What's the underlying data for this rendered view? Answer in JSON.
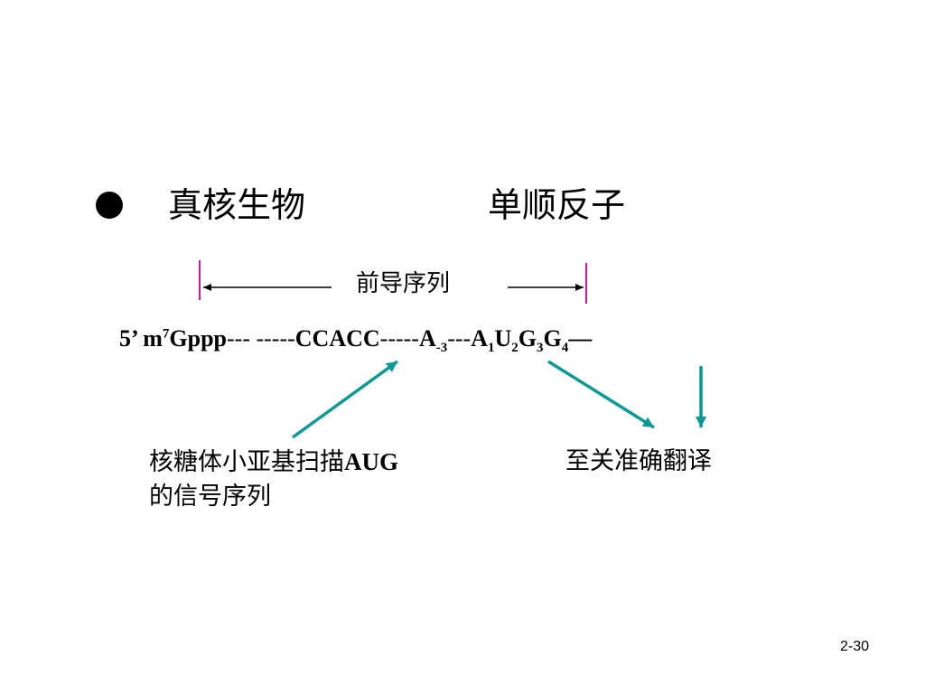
{
  "heading": {
    "left": "真核生物",
    "right": "单顺反子"
  },
  "leader": {
    "label": "前导序列"
  },
  "sequence": {
    "prefix": "5’ m",
    "m_sup": "7",
    "cap": "Gppp",
    "gap": "--- -----",
    "kozak": "CCACC",
    "dash1": "-----",
    "a_minus": "A",
    "a_minus_sub": "-3",
    "dash2": "---",
    "a1": "A",
    "a1_sub": "1",
    "u2": "U",
    "u2_sub": "2",
    "g3": "G",
    "g3_sub": "3",
    "g4": "G",
    "g4_sub": "4",
    "tail": "—"
  },
  "captions": {
    "left_line1_cjk": "核糖体小亚基扫描",
    "left_line1_latin": "AUG",
    "left_line2": "的信号序列",
    "right": "至关准确翻译"
  },
  "page_number": "2-30",
  "colors": {
    "arrow": "#0a9a96",
    "marker": "#e0109a",
    "text": "#000000"
  }
}
